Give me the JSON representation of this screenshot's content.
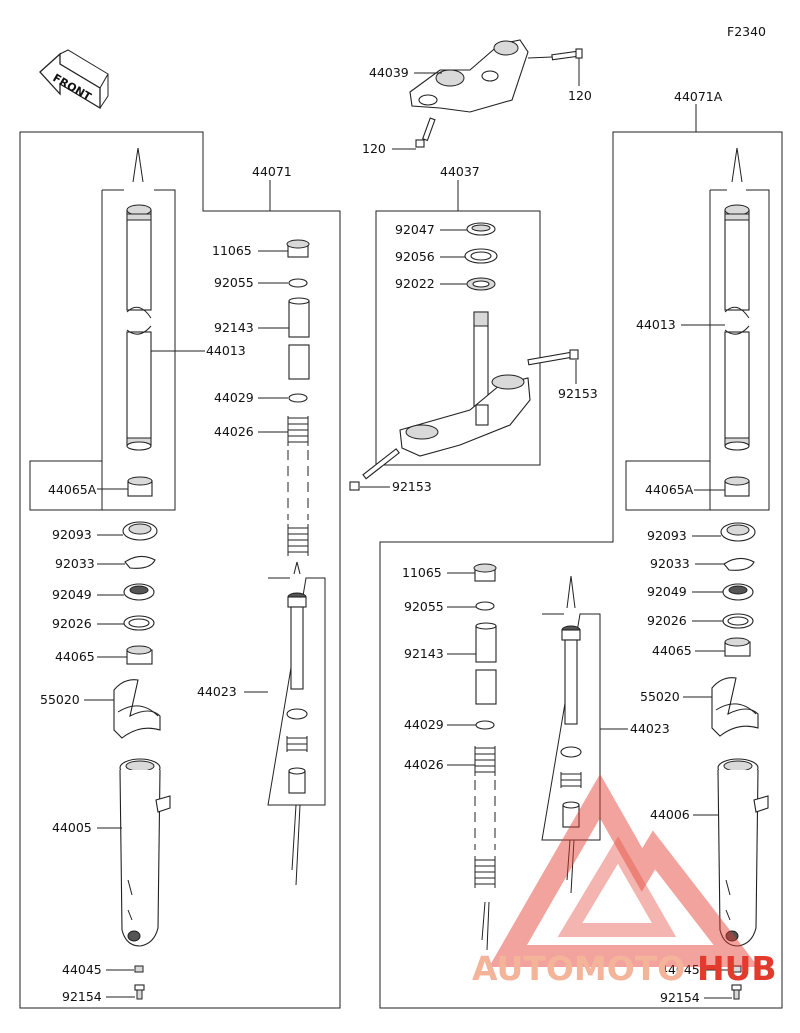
{
  "diagram_code": "F2340",
  "front_label": "FRONT",
  "watermark": {
    "text_a": "AUTOMOTO",
    "text_b": "HUB",
    "color_a": "#f4b49a",
    "color_b": "#e23b2e"
  },
  "labels": {
    "p44039": "44039",
    "p120_top": "120",
    "p120_left": "120",
    "p44071": "44071",
    "p44037": "44037",
    "p44071A": "44071A",
    "l11065": "11065",
    "l92055": "92055",
    "l92143": "92143",
    "l44029": "44029",
    "l44026": "44026",
    "l44023": "44023",
    "l44013": "44013",
    "l44065A": "44065A",
    "l92093": "92093",
    "l92033": "92033",
    "l92049": "92049",
    "l92026": "92026",
    "l44065": "44065",
    "l55020": "55020",
    "l44005": "44005",
    "l44045": "44045",
    "l92154": "92154",
    "s92047": "92047",
    "s92056": "92056",
    "s92022": "92022",
    "s92153_a": "92153",
    "s92153_b": "92153",
    "r44013": "44013",
    "r44065A": "44065A",
    "r92093": "92093",
    "r92033": "92033",
    "r92049": "92049",
    "r92026": "92026",
    "r44065": "44065",
    "r55020": "55020",
    "r44006": "44006",
    "r44045": "44045",
    "r92154": "92154",
    "r11065": "11065",
    "r92055": "92055",
    "r92143": "92143",
    "r44029": "44029",
    "r44026": "44026",
    "r44023": "44023"
  }
}
